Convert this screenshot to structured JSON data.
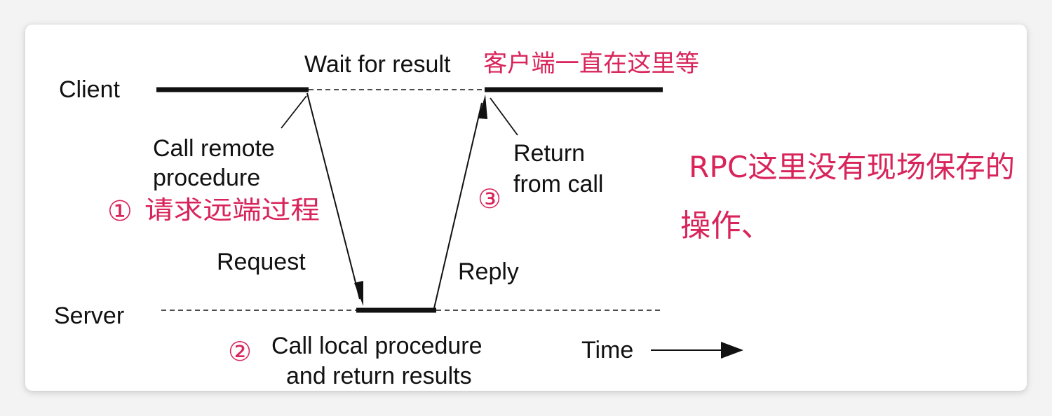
{
  "diagram": {
    "lanes": {
      "client": "Client",
      "server": "Server"
    },
    "labels": {
      "wait_for_result": "Wait for result",
      "call_remote_line1": "Call remote",
      "call_remote_line2": "procedure",
      "return_line1": "Return",
      "return_line2": "from call",
      "request": "Request",
      "reply": "Reply",
      "call_local_line1": "Call local procedure",
      "call_local_line2": "and return results",
      "time": "Time"
    },
    "annotations": {
      "client_waits": "客户端一直在这里等",
      "step1_marker": "①",
      "step1_text": "请求远端过程",
      "step2_marker": "②",
      "step3_marker": "③",
      "rpc_note_line1": "RPC这里没有现场保存的",
      "rpc_note_line2": "操作、"
    },
    "colors": {
      "ink": "#111111",
      "handwriting": "#d8245a",
      "background": "#ffffff"
    }
  }
}
